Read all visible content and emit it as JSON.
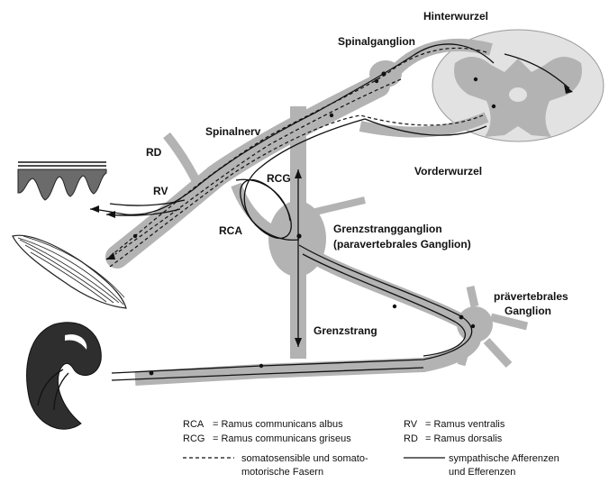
{
  "labels": {
    "hinterwurzel": "Hinterwurzel",
    "spinalganglion": "Spinalganglion",
    "spinalnerv": "Spinalnerv",
    "rd": "RD",
    "rv": "RV",
    "rcg": "RCG",
    "rca": "RCA",
    "vorderwurzel": "Vorderwurzel",
    "grenzstrangganglion_line1": "Grenzstrangganglion",
    "grenzstrangganglion_line2": "(paravertebrales Ganglion)",
    "grenzstrang": "Grenzstrang",
    "praevertebrales_line1": "prävertebrales",
    "praevertebrales_line2": "Ganglion"
  },
  "legend": {
    "rca_abbr": "RCA",
    "rca_def": "= Ramus communicans albus",
    "rcg_abbr": "RCG",
    "rcg_def": "= Ramus communicans griseus",
    "rv_abbr": "RV",
    "rv_def": "= Ramus ventralis",
    "rd_abbr": "RD",
    "rd_def": "= Ramus dorsalis",
    "dashed_line1": "somatosensible und somato-",
    "dashed_line2": "motorische Fasern",
    "solid_line1": "sympathische Afferenzen",
    "solid_line2": "und Efferenzen"
  },
  "colors": {
    "structure_gray": "#b3b3b3",
    "organ_dark": "#2e2e2e",
    "line": "#111111"
  }
}
